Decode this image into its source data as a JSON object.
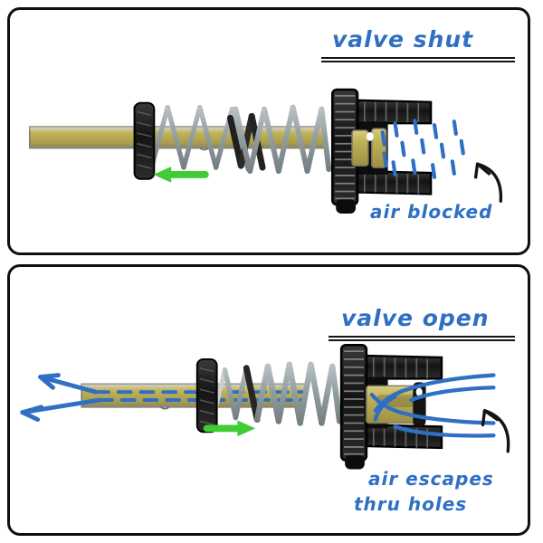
{
  "figure": {
    "description": "Hand-drawn cross-section diagram of a pressure relief valve in two states",
    "background_color": "#ffffff",
    "border_color": "#101010",
    "accent_blue": "#2f6fc4",
    "accent_green": "#3fcc34",
    "brass_color": "#b5a84e",
    "spring_color": "#9aa5a8",
    "metal_dark": "#1a1a1a"
  },
  "panels": [
    {
      "id": "valve-shut",
      "title": "valve shut",
      "caption": "air blocked",
      "state": "shut",
      "motion_arrow": {
        "color": "#3fcc34",
        "direction": "left",
        "label": "spring pushes stem left"
      },
      "air_indicator": {
        "type": "dashes",
        "color": "#2f6fc4",
        "meaning": "air blocked at valve face"
      },
      "pointer_arrow": {
        "color": "#141414",
        "direction": "left",
        "points_to": "blocked air region"
      },
      "components": [
        "brass stem",
        "black collar",
        "outer spring",
        "inner spring",
        "knurled flange",
        "threaded body",
        "brass valve seat"
      ]
    },
    {
      "id": "valve-open",
      "title": "valve open",
      "caption_line1": "air escapes",
      "caption_line2": "thru holes",
      "state": "open",
      "motion_arrow": {
        "color": "#3fcc34",
        "direction": "right",
        "label": "stem pushed right, valve opens"
      },
      "air_indicator": {
        "type": "flow-lines",
        "color": "#2f6fc4",
        "meaning": "air flows through valve and out the stem bore"
      },
      "exit_arrows": {
        "count": 2,
        "color": "#2f6fc4",
        "direction": "left"
      },
      "pointer_arrow": {
        "color": "#141414",
        "direction": "left",
        "points_to": "air inlet holes"
      },
      "components": [
        "brass stem with bore",
        "black collar",
        "compressed spring",
        "knurled flange",
        "threaded body",
        "brass valve seat",
        "valve ball"
      ]
    }
  ]
}
